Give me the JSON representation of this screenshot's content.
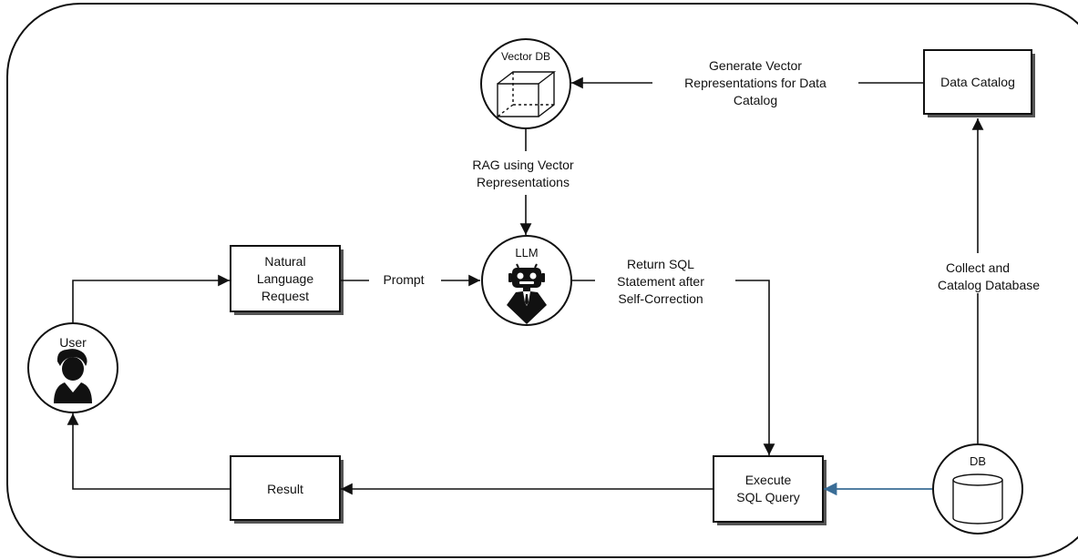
{
  "nodes": {
    "vector_db": "Vector DB",
    "data_catalog": "Data Catalog",
    "natural_language_request": [
      "Natural",
      "Language",
      "Request"
    ],
    "llm": "LLM",
    "user": "User",
    "result": "Result",
    "execute_sql_query": [
      "Execute",
      "SQL Query"
    ],
    "db": "DB"
  },
  "edges": {
    "generate_vectors": [
      "Generate Vector",
      "Representations for Data",
      "Catalog"
    ],
    "rag": [
      "RAG using Vector",
      "Representations"
    ],
    "prompt": "Prompt",
    "return_sql": [
      "Return SQL",
      "Statement after",
      "Self-Correction"
    ],
    "collect_catalog": [
      "Collect and",
      "Catalog Database"
    ]
  },
  "icons": {
    "vector_db": "cube-icon",
    "llm": "robot-icon",
    "user": "user-icon",
    "db": "database-icon"
  },
  "colors": {
    "line": "#111111",
    "db_to_execute_arrow": "#3a6d96"
  }
}
